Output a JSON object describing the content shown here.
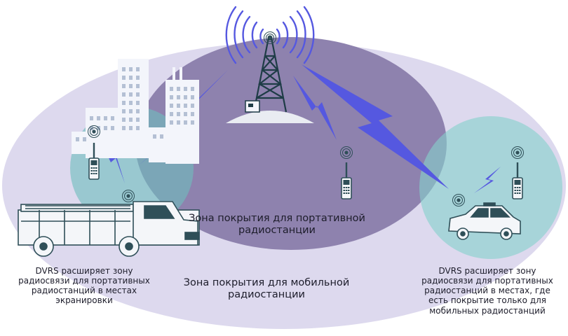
{
  "labels": {
    "portable_zone": [
      "Зона покрытия для портативной",
      "радиостанции"
    ],
    "mobile_zone": [
      "Зона покрытия для мобильной",
      "радиостанции"
    ],
    "dvrs_left": [
      "DVRS расширяет зону",
      "радиосвязи для портативных",
      "радиостанций в местах",
      "экранировки"
    ],
    "dvrs_right": [
      "DVRS расширяет зону",
      "радиосвязи для портативных",
      "радиостанций в местах, где",
      "есть покрытие только для",
      "мобильных радиостанций"
    ]
  },
  "colors": {
    "mobile_zone": "#ddd9ee",
    "portable_zone": "#8e82ae",
    "dvrs_zone": "#86c8c8",
    "lightning": "#5558e0",
    "tower": "#1e3c46",
    "buildings": "#f3f5fb",
    "radio": "#2f4f58"
  }
}
